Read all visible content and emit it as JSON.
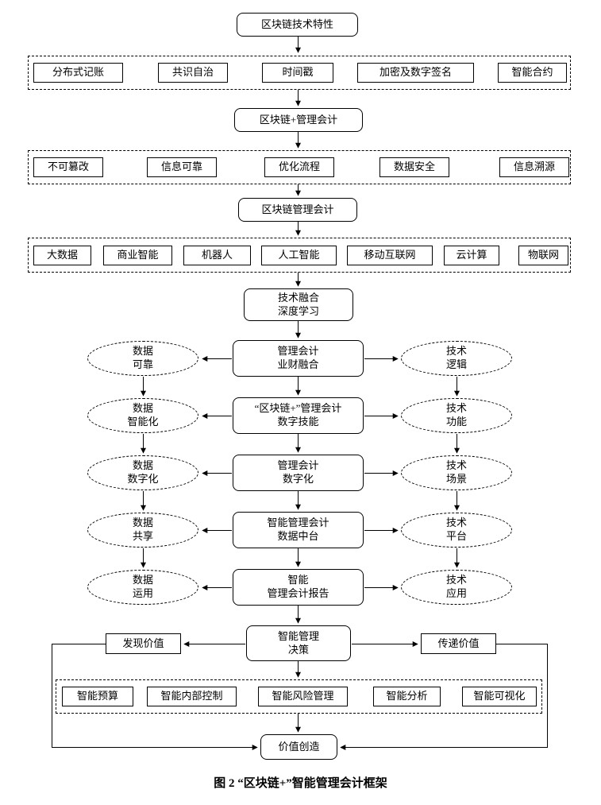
{
  "flow": {
    "node_blockchain_tech": "区块链技术特性",
    "group_tech_features": [
      "分布式记账",
      "共识自治",
      "时间戳",
      "加密及数字签名",
      "智能合约"
    ],
    "node_blockchain_plus_ma": "区块链+管理会计",
    "group_ma_advantages": [
      "不可篡改",
      "信息可靠",
      "优化流程",
      "数据安全",
      "信息溯源"
    ],
    "node_blockchain_ma": "区块链管理会计",
    "group_technologies": [
      "大数据",
      "商业智能",
      "机器人",
      "人工智能",
      "移动互联网",
      "云计算",
      "物联网"
    ],
    "node_tech_fusion": "技术融合\n深度学习",
    "rows": [
      {
        "left": "数据\n可靠",
        "center": "管理会计\n业财融合",
        "right": "技术\n逻辑"
      },
      {
        "left": "数据\n智能化",
        "center": "“区块链+”管理会计\n数字技能",
        "right": "技术\n功能"
      },
      {
        "left": "数据\n数字化",
        "center": "管理会计\n数字化",
        "right": "技术\n场景"
      },
      {
        "left": "数据\n共享",
        "center": "智能管理会计\n数据中台",
        "right": "技术\n平台"
      },
      {
        "left": "数据\n运用",
        "center": "智能\n管理会计报告",
        "right": "技术\n应用"
      }
    ],
    "node_smart_decision": "智能管理\n决策",
    "node_discover_value": "发现价值",
    "node_deliver_value": "传递价值",
    "group_smart_apps": [
      "智能预算",
      "智能内部控制",
      "智能风险管理",
      "智能分析",
      "智能可视化"
    ],
    "node_value_creation": "价值创造"
  },
  "caption": "图 2 “区块链+”智能管理会计框架",
  "colors": {
    "line": "#000000",
    "background": "#ffffff"
  }
}
